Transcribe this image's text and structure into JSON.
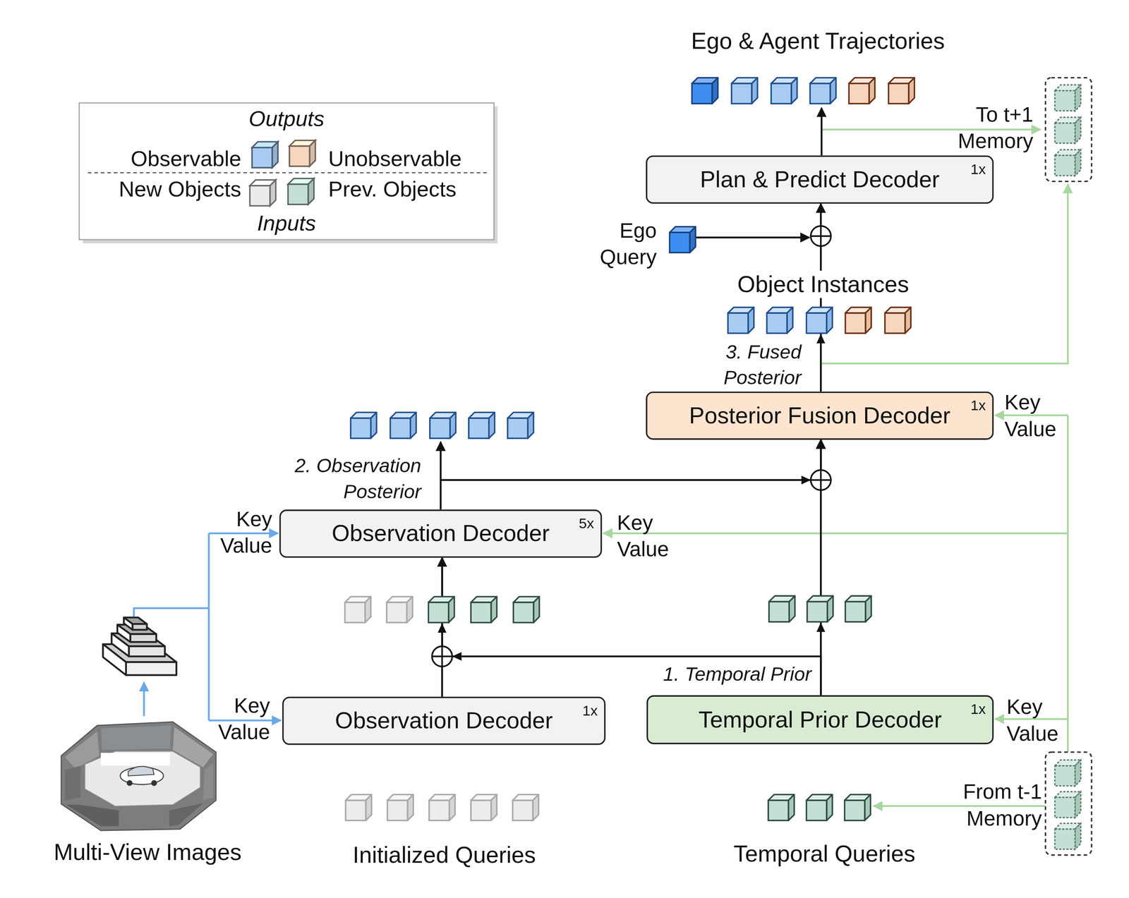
{
  "diagram": {
    "nodes": [
      {
        "text": [
          "Plan & Predict Decoder",
          "1x"
        ]
      },
      {
        "text": [
          "Posterior Fusion Decoder",
          "1x"
        ]
      },
      {
        "text": [
          "Observation Decoder",
          "5x"
        ]
      },
      {
        "text": [
          "Observation Decoder",
          "1x"
        ]
      },
      {
        "text": [
          "Temporal Prior Decoder",
          "1x"
        ]
      }
    ],
    "edges": [
      {
        "from": 4,
        "to": 2,
        "arrow": "to"
      },
      {
        "from": 4,
        "to": 1,
        "arrow": "to"
      },
      {
        "from": 3,
        "to": 2,
        "arrow": "to"
      },
      {
        "from": 2,
        "to": 1,
        "arrow": "to"
      },
      {
        "from": 1,
        "to": 0,
        "arrow": "to"
      }
    ],
    "labels": [
      "Ego & Agent Trajectories",
      "To t+1 Memory",
      "Ego Query",
      "Object Instances",
      "3. Fused Posterior",
      "Key Value",
      "2. Observation Posterior",
      "Key Value",
      "Key Value",
      "1. Temporal Prior",
      "Key Value",
      "Key Value",
      "From t-1 Memory",
      "Multi-View Images",
      "Initialized Queries",
      "Temporal Queries",
      "Outputs",
      "Inputs"
    ],
    "legend": [
      {
        "text": "Observable",
        "color": "#a9ccf2"
      },
      {
        "text": "Unobservable",
        "color": "#f6d6bf"
      },
      {
        "text": "New Objects",
        "color": "#ebebeb"
      },
      {
        "text": "Prev. Objects",
        "color": "#c4dfd3"
      }
    ]
  }
}
